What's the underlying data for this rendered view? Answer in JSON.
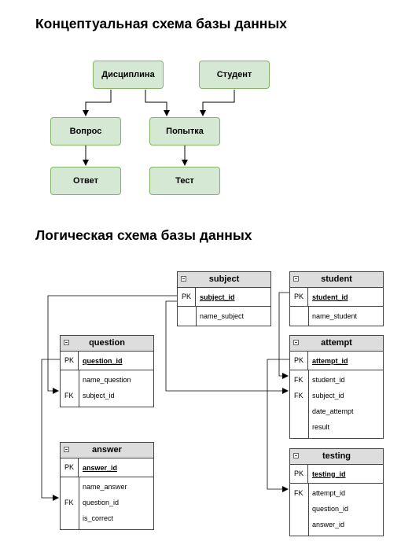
{
  "conceptual": {
    "title": "Концептуальная схема базы данных",
    "boxes": {
      "discipline": "Дисциплина",
      "student": "Студент",
      "question": "Вопрос",
      "attempt": "Попытка",
      "answer": "Ответ",
      "test": "Тест"
    }
  },
  "logical": {
    "title": "Логическая схема базы данных",
    "tables": {
      "subject": {
        "name": "subject",
        "pk": "subject_id",
        "fields": [
          "name_subject"
        ]
      },
      "student": {
        "name": "student",
        "pk": "student_id",
        "fields": [
          "name_student"
        ]
      },
      "question": {
        "name": "question",
        "pk": "question_id",
        "fields": [
          "name_question",
          "subject_id"
        ],
        "keys": [
          "",
          "FK"
        ]
      },
      "attempt": {
        "name": "attempt",
        "pk": "attempt_id",
        "fields": [
          "student_id",
          "subject_id",
          "date_attempt",
          "result"
        ],
        "keys": [
          "FK",
          "FK",
          "",
          ""
        ]
      },
      "answer": {
        "name": "answer",
        "pk": "answer_id",
        "fields": [
          "name_answer",
          "question_id",
          "is_correct"
        ],
        "keys": [
          "",
          "FK",
          ""
        ]
      },
      "testing": {
        "name": "testing",
        "pk": "testing_id",
        "fields": [
          "attempt_id",
          "question_id",
          "answer_id"
        ],
        "keys": [
          "FK",
          "",
          ""
        ]
      }
    },
    "pk_label": "PK"
  },
  "colors": {
    "entity_fill": "#d5e8d4",
    "entity_stroke": "#82b366",
    "table_header": "#dddddd"
  }
}
